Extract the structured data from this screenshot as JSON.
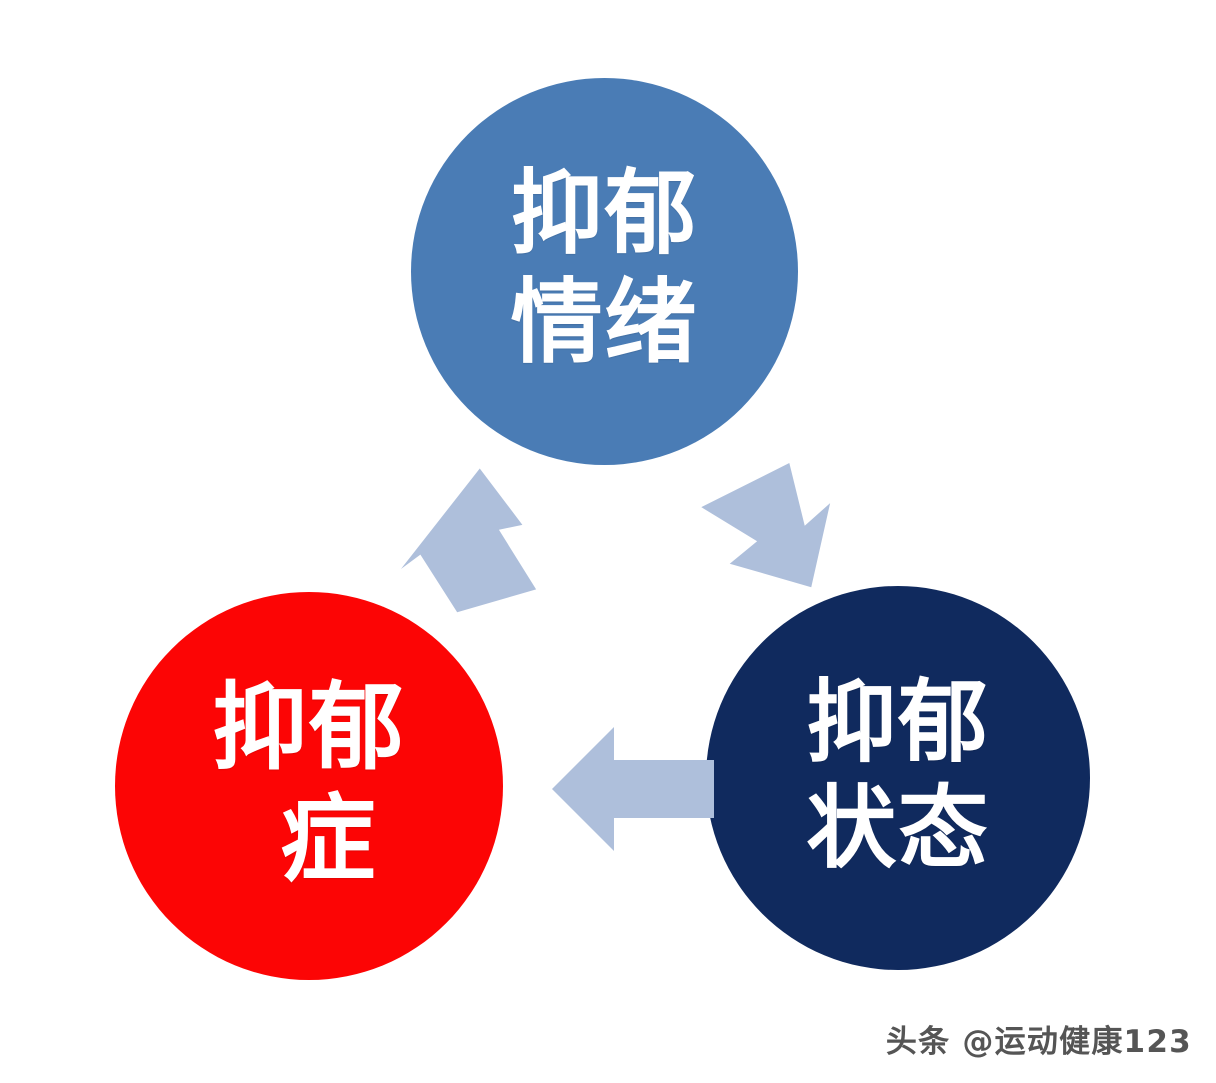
{
  "diagram": {
    "type": "cycle",
    "background_color": "#ffffff",
    "nodes": [
      {
        "id": "mood",
        "label": "抑郁\n情绪",
        "label_line1": "抑郁",
        "label_line2": "情绪",
        "color": "#4a7cb5",
        "text_color": "#ffffff",
        "position": "top"
      },
      {
        "id": "disorder",
        "label": "抑郁\n症",
        "label_line1": "抑郁",
        "label_line2": "症",
        "color": "#fc0505",
        "text_color": "#ffffff",
        "position": "bottom-left"
      },
      {
        "id": "state",
        "label": "抑郁\n状态",
        "label_line1": "抑郁",
        "label_line2": "状态",
        "color": "#102a5e",
        "text_color": "#ffffff",
        "position": "bottom-right"
      }
    ],
    "arrows": [
      {
        "id": "mood-to-state",
        "from": "mood",
        "to": "state",
        "direction": "down-right",
        "color": "#aebfdb"
      },
      {
        "id": "state-to-disorder",
        "from": "state",
        "to": "disorder",
        "direction": "left",
        "color": "#aebfdb"
      },
      {
        "id": "disorder-to-mood",
        "from": "disorder",
        "to": "mood",
        "direction": "up-right",
        "color": "#aebfdb"
      }
    ]
  },
  "watermark": {
    "text": "头条 @运动健康123"
  }
}
